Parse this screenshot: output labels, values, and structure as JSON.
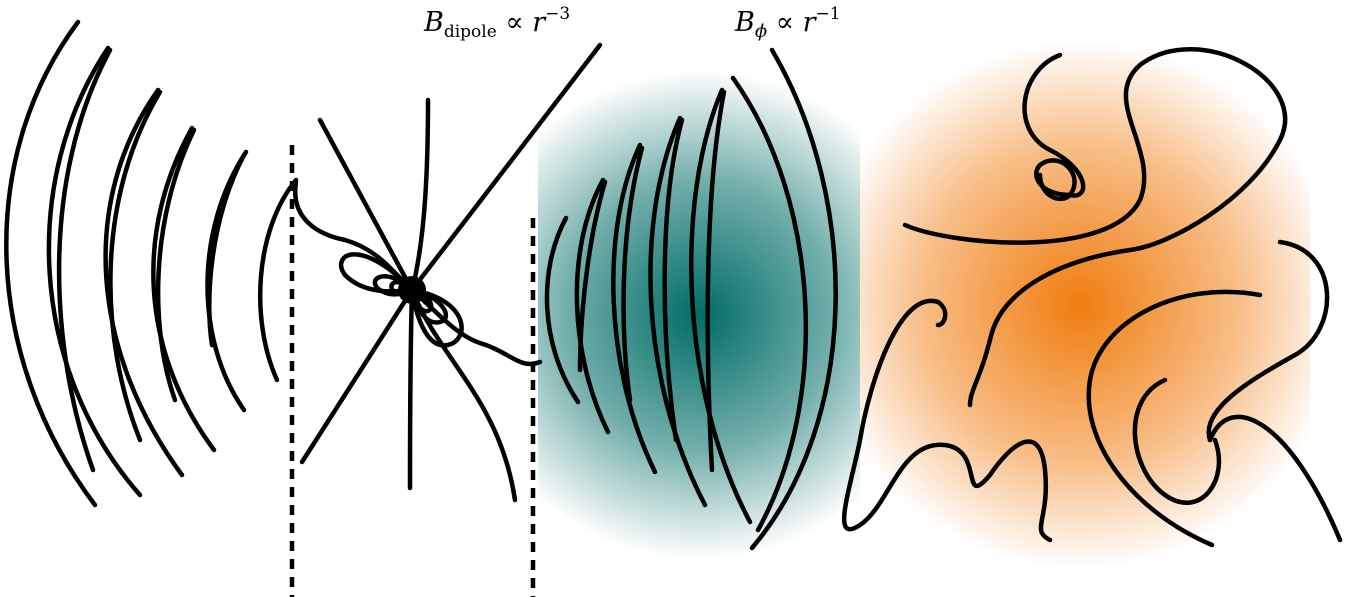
{
  "labels": {
    "dipole": {
      "symbol": "B",
      "subscript": "dipole",
      "relation": "∝",
      "variable": "r",
      "exponent": "−3"
    },
    "toroidal": {
      "symbol": "B",
      "subscript": "ϕ",
      "relation": "∝",
      "variable": "r",
      "exponent": "−1"
    }
  },
  "colors": {
    "lines": "#000000",
    "toroidal_region": "#006d66",
    "turbulent_region": "#f07d10"
  },
  "regions": [
    "left-wave-arcs",
    "dipole-magnetosphere",
    "toroidal-field-zone",
    "turbulent-field-zone"
  ]
}
